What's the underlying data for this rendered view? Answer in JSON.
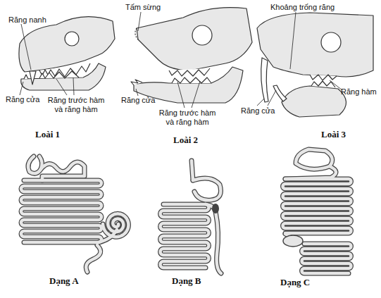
{
  "diagram": {
    "labels": [
      "Răng nanh",
      "Răng cửa",
      "Răng trước hàm và răng hàm",
      "Loài 1",
      "Tấm sừng",
      "Răng cửa",
      "Răng trước hàm và răng hàm",
      "Loài 2",
      "Khoảng trống răng",
      "Răng cửa",
      "Răng hàm",
      "Loài 3",
      "Dạng A",
      "Dạng B",
      "Dạng C"
    ]
  }
}
